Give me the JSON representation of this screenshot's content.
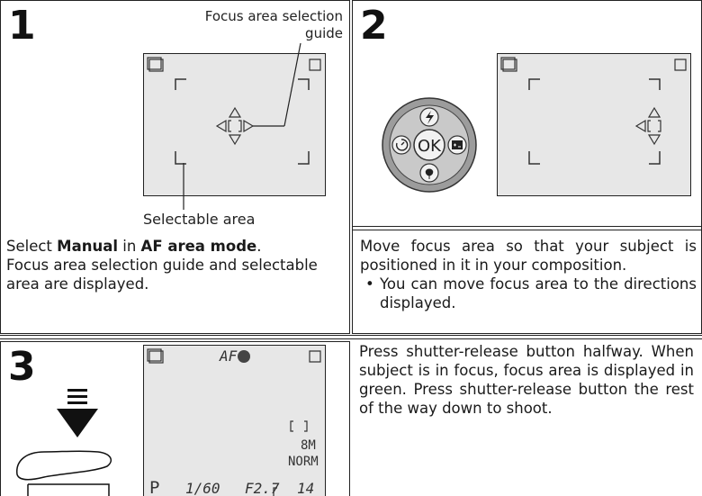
{
  "step1": {
    "number": "1",
    "callout_top_line1": "Focus area selection",
    "callout_top_line2": "guide",
    "callout_bottom": "Selectable area",
    "text_pre": "Select ",
    "text_bold1": "Manual",
    "text_mid": " in ",
    "text_bold2": "AF area mode",
    "text_post": ".",
    "text_line2": "Focus area selection guide and selectable area are displayed.",
    "lcd": {
      "memory_icon": "1",
      "internal_icon": "IN"
    }
  },
  "step2": {
    "number": "2",
    "text": "Move focus area so that your subject is positioned in it in your composition.",
    "bullet": "You can move focus area to the directions displayed.",
    "dial": {
      "center_label": "OK",
      "top_icon": "flash-icon",
      "left_icon": "self-timer-icon",
      "right_icon": "exposure-compensation-icon",
      "bottom_icon": "macro-icon"
    },
    "lcd": {
      "memory_icon": "1",
      "internal_icon": "IN"
    }
  },
  "step3": {
    "number": "3",
    "text": "Press shutter-release button halfway. When subject is in focus, focus area is displayed in green. Press shutter-release button the rest of the way down to shoot.",
    "lcd": {
      "memory_icon": "1",
      "internal_icon": "IN",
      "af_label": "AF",
      "image_size": "8M",
      "quality": "NORM",
      "mode": "P",
      "shutter": "1/60",
      "aperture": "F2.7",
      "frames": "14"
    }
  }
}
